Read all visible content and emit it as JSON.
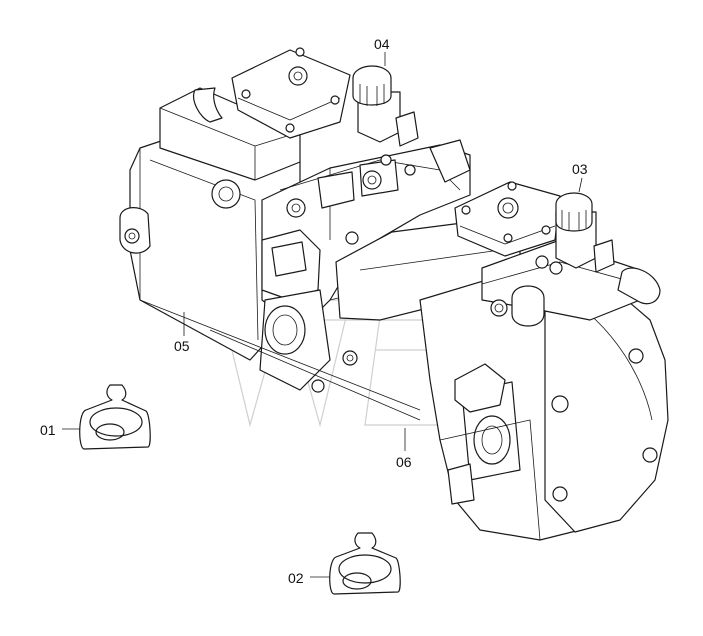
{
  "callouts": {
    "c01": "01",
    "c02": "02",
    "c03": "03",
    "c04": "04",
    "c05": "05",
    "c06": "06"
  }
}
